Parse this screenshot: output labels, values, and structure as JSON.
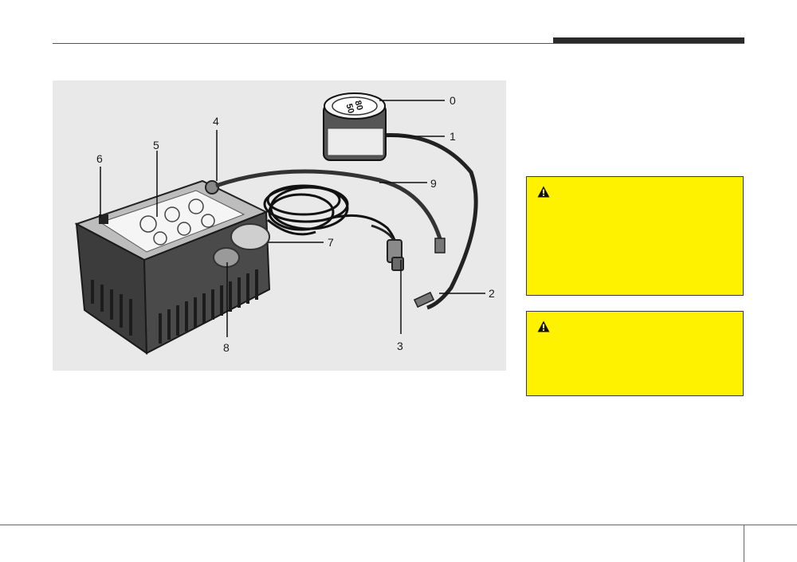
{
  "figure": {
    "callouts": [
      "0",
      "1",
      "2",
      "3",
      "4",
      "5",
      "6",
      "7",
      "8",
      "9"
    ],
    "bottle_label_top": "80",
    "bottle_label_bottom": "50"
  },
  "warnings": [
    {
      "icon": "warning-triangle-icon"
    },
    {
      "icon": "warning-triangle-icon"
    }
  ],
  "colors": {
    "warning_background": "#fff200",
    "figure_background": "#e9e9e9"
  }
}
